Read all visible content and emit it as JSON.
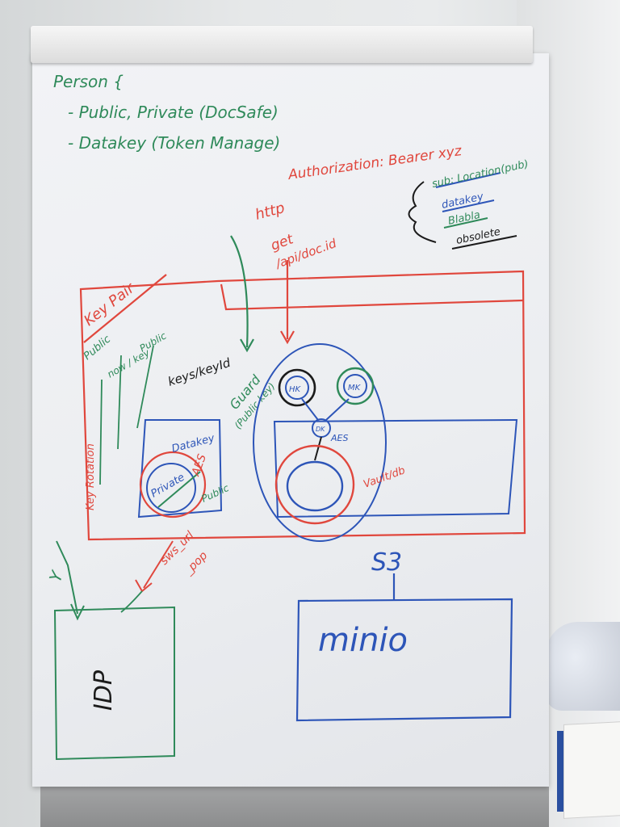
{
  "flipchart": {
    "person": {
      "title": "Person {",
      "line1": "- Public, Private (DocSafe)",
      "line2": "- Datakey (Token Manage)"
    },
    "http": {
      "auth_header": "Authorization: Bearer xyz",
      "label": "http",
      "get": "get",
      "path": "/api/doc.id"
    },
    "token": {
      "sub": "sub: Location(pub)",
      "datakey": "datakey",
      "crossed": "Blabla",
      "obsolete": "obsolete"
    },
    "system": {
      "key_pair": "Key Pair",
      "public": "Public",
      "now_key": "now / key",
      "public2": "Public",
      "keys_endpoint": "keys/keyId",
      "guard": "Guard",
      "guard_sub": "(Public key)",
      "key_rotation": "Key Rotation",
      "datakey": "Datakey",
      "aes": "AES",
      "private": "Private",
      "public3": "Public",
      "hk": "HK",
      "mk": "MK",
      "dk": "DK",
      "aes2": "AES",
      "vault": "Vault/db",
      "sws_url": "sws_url",
      "pop": "_pop"
    },
    "idp": {
      "label": "IDP",
      "arrow_label": "Y"
    },
    "storage": {
      "label": "S3",
      "box": "minio"
    },
    "colors": {
      "red": "#e0473d",
      "blue": "#2d55b8",
      "green": "#2f8a5a",
      "black": "#1b1b1b"
    }
  }
}
